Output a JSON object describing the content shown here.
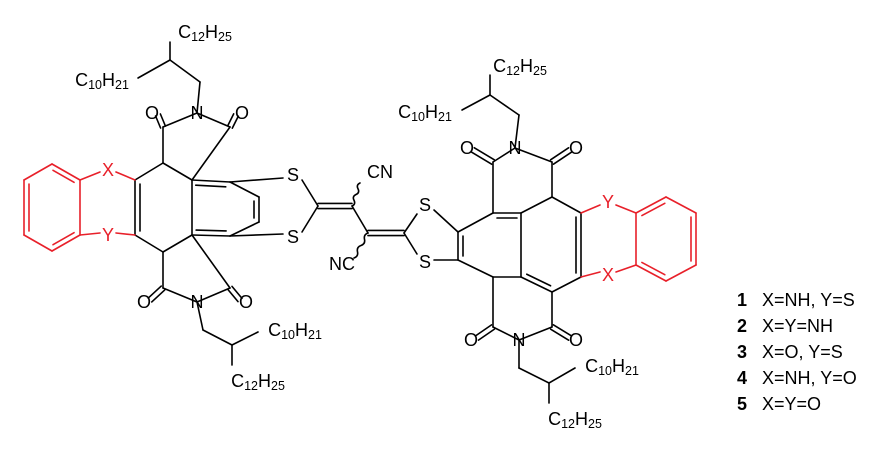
{
  "colors": {
    "bond": "#000000",
    "highlight": "#e8202a",
    "background": "#ffffff"
  },
  "atoms": {
    "X": "X",
    "Y": "Y",
    "S": "S",
    "N": "N",
    "O": "O",
    "CN": "CN",
    "NC": "NC",
    "C": "C",
    "H": "H",
    "n12": "12",
    "n25": "25",
    "n10": "10",
    "n21": "21"
  },
  "legend": [
    {
      "num": "1",
      "desc": "X=NH, Y=S"
    },
    {
      "num": "2",
      "desc": "X=Y=NH"
    },
    {
      "num": "3",
      "desc": "X=O, Y=S"
    },
    {
      "num": "4",
      "desc": "X=NH, Y=O"
    },
    {
      "num": "5",
      "desc": "X=Y=O"
    }
  ]
}
